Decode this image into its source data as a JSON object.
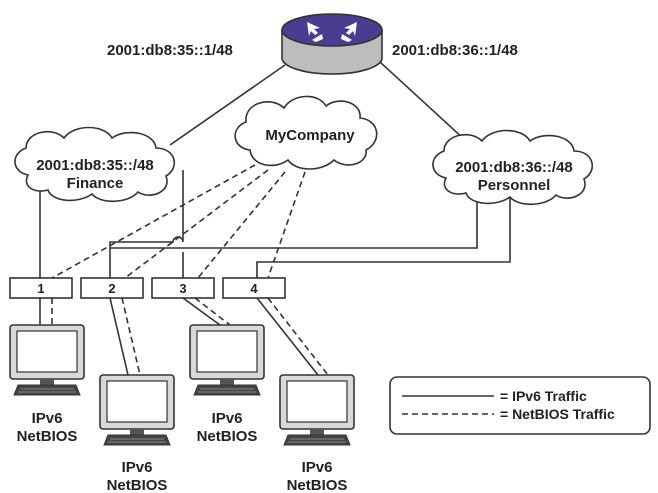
{
  "router": {
    "left_address": "2001:db8:35::1/48",
    "right_address": "2001:db8:36::1/48"
  },
  "clouds": {
    "center": {
      "label": "MyCompany"
    },
    "finance": {
      "prefix": "2001:db8:35::/48",
      "label": "Finance"
    },
    "personnel": {
      "prefix": "2001:db8:36::/48",
      "label": "Personnel"
    }
  },
  "ports": [
    "1",
    "2",
    "3",
    "4"
  ],
  "pcs": [
    {
      "line1": "IPv6",
      "line2": "NetBIOS"
    },
    {
      "line1": "IPv6",
      "line2": "NetBIOS"
    },
    {
      "line1": "IPv6",
      "line2": "NetBIOS"
    },
    {
      "line1": "IPv6",
      "line2": "NetBIOS"
    }
  ],
  "legend": {
    "ipv6": "= IPv6 Traffic",
    "netbios": "= NetBIOS Traffic"
  },
  "colors": {
    "router": "#4a3d8f",
    "pc_frame": "#d9d9d9",
    "line": "#333333"
  }
}
